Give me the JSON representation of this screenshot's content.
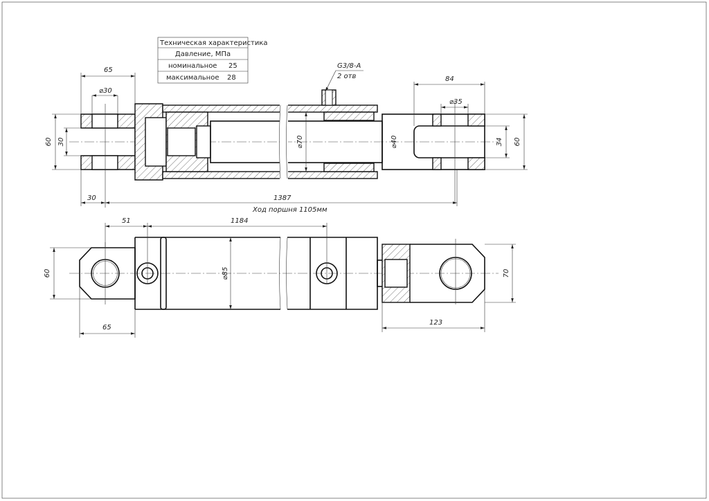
{
  "spec_table": {
    "title": "Техническая характеристика",
    "subtitle": "Давление, МПа",
    "rows": [
      {
        "label": "номинальное",
        "value": "25"
      },
      {
        "label": "максимальное",
        "value": "28"
      }
    ]
  },
  "port_callout": {
    "thread": "G3/8-A",
    "count": "2 отв"
  },
  "top_view": {
    "dim_clevis_length": "65",
    "dim_pin_diameter": "⌀30",
    "dim_clevis_height": "60",
    "dim_slot_width": "30",
    "dim_offset": "30",
    "dim_total_length": "1387",
    "stroke_note": "Ход поршня 1105мм",
    "dim_bore": "⌀70",
    "dim_rod": "⌀40",
    "dim_rod_clevis_length": "84",
    "dim_rod_pin_diameter": "⌀35",
    "dim_rod_slot": "34",
    "dim_rod_clevis_height": "60"
  },
  "bottom_view": {
    "dim_port_offset": "51",
    "dim_port_spacing": "1184",
    "dim_eye_height": "60",
    "dim_outer_diameter": "⌀85",
    "dim_eye_length": "65",
    "dim_rod_eye_height": "70",
    "dim_rod_eye_length": "123"
  }
}
